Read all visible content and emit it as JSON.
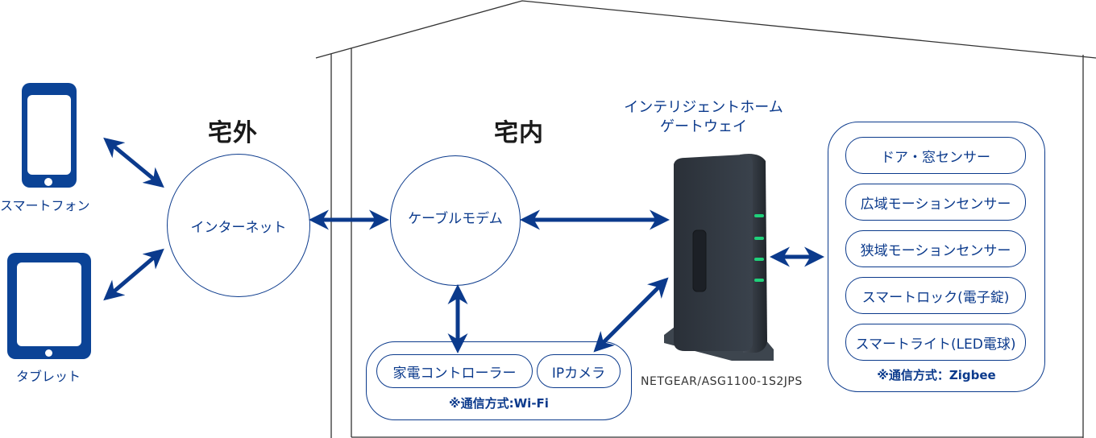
{
  "zones": {
    "outside_label": "宅外",
    "inside_label": "宅内"
  },
  "devices": {
    "smartphone": {
      "label": "スマートフォン",
      "icon": "smartphone-icon"
    },
    "tablet": {
      "label": "タブレット",
      "icon": "tablet-icon"
    }
  },
  "nodes": {
    "internet": "インターネット",
    "cable_modem": "ケーブルモデム"
  },
  "gateway": {
    "title_line1": "インテリジェントホーム",
    "title_line2": "ゲートウェイ",
    "model": "NETGEAR/ASG1100-1S2JPS",
    "icon": "router-icon"
  },
  "wifi_group": {
    "items": [
      "家電コントローラー",
      "IPカメラ"
    ],
    "note": "※通信方式:Wi-Fi"
  },
  "zigbee_group": {
    "items": [
      "ドア・窓センサー",
      "広域モーションセンサー",
      "狭域モーションセンサー",
      "スマートロック(電子錠)",
      "スマートライト(LED電球)"
    ],
    "note": "※通信方式：Zigbee"
  },
  "colors": {
    "primary": "#0b3a8c",
    "device_fill": "#0b4396",
    "house_line": "#333333",
    "led": "#1fd07a"
  }
}
